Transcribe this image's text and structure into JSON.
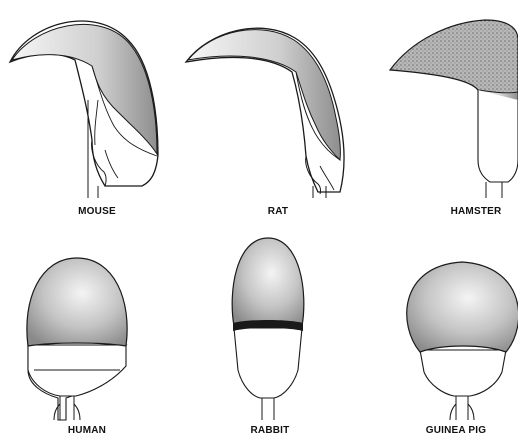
{
  "labels": {
    "mouse": "MOUSE",
    "rat": "RAT",
    "hamster": "HAMSTER",
    "human": "HUMAN",
    "rabbit": "RABBIT",
    "guinea_pig": "GUINEA PIG"
  },
  "colors": {
    "outline": "#1a1a1a",
    "acrosome_shade_dark": "#8c8c8c",
    "acrosome_shade_light": "#f2f2f2",
    "equatorial_band": "#1a1a1a",
    "background": "#ffffff"
  }
}
